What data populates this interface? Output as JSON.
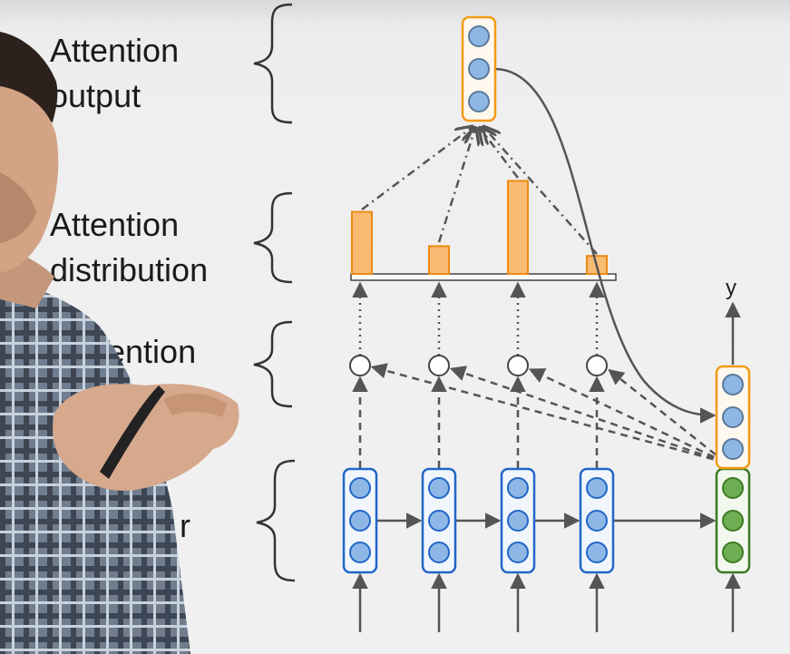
{
  "labels": {
    "attention_output": [
      "Attention",
      "output"
    ],
    "attention_distribution": [
      "Attention",
      "distribution"
    ],
    "attention_scores_fragment": "ention",
    "encoder_fragment": "r",
    "output_y": "y"
  },
  "attention_distribution": [
    0.38,
    0.17,
    0.57,
    0.11
  ],
  "colors": {
    "encoder": "#2166c8",
    "encoder_fill": "#8fb7e6",
    "decoder": "#3d7a22",
    "decoder_fill": "#6fae52",
    "attention_output": "#f39a16",
    "bar_fill": "#f8bb74",
    "bar_stroke": "#ee8a14",
    "arrow": "#555555"
  },
  "icons": [
    "presenter-photo"
  ]
}
